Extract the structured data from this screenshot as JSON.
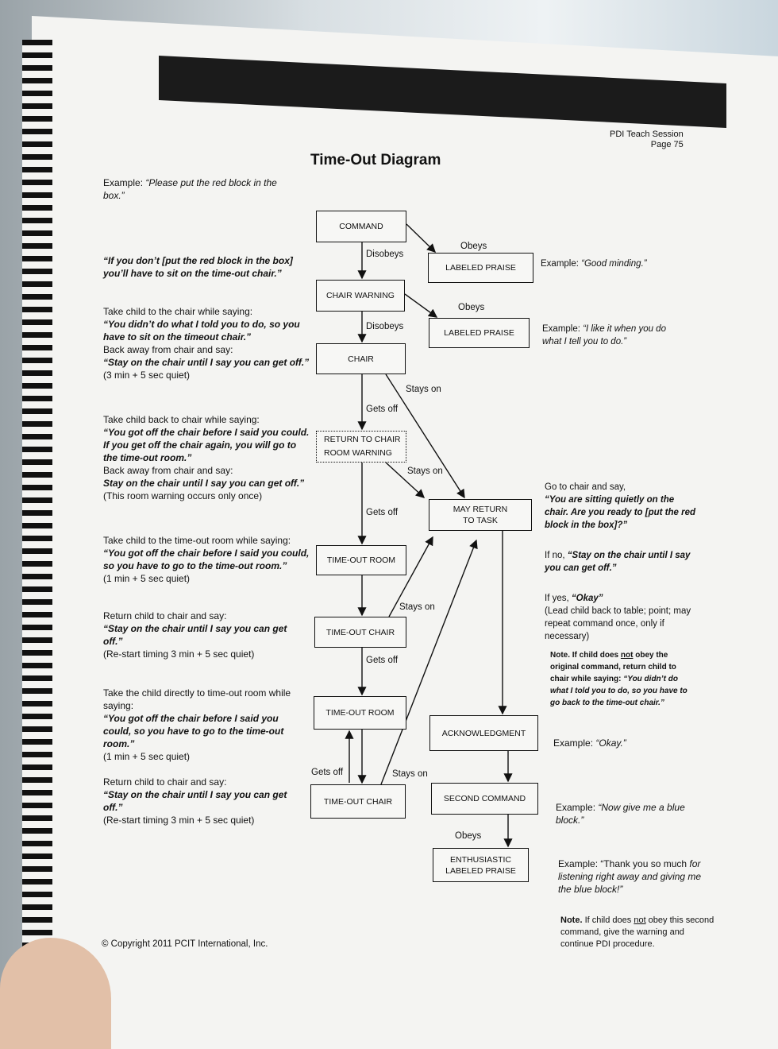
{
  "header": {
    "session": "PDI Teach Session",
    "page": "Page 75",
    "title": "Time-Out Diagram"
  },
  "left": [
    {
      "plain": "Example: ",
      "bold": "“Please put the red block in the box.”"
    },
    {
      "bold": "“If you don’t [put the red block in the box] you’ll have to sit on the time-out chair.”"
    },
    {
      "p1": "Take child to the chair while saying:",
      "b1": "“You didn’t do what I told you to do, so you have to sit on the timeout chair.”",
      "p2": "Back away from chair and say:",
      "b2": "“Stay on the chair until I say you can get off.”",
      "p3": "(3 min + 5 sec quiet)"
    },
    {
      "p1": "Take child back to chair while saying:",
      "b1": "“You got off the chair before I said you could.\n If you get off the chair again, you will go to the time-out room.”",
      "p2": "Back away from chair and say:",
      "b2": "Stay on the chair until I say you can get off.”",
      "p3": "(This room warning occurs only once)"
    },
    {
      "p1": "Take child to the time-out room while saying:",
      "b1": "“You got off the chair before I said you could,\nso you have to go to the time-out room.”",
      "p3": "(1 min + 5 sec quiet)"
    },
    {
      "p1": "Return child to chair and say:",
      "b1": "“Stay on the chair until I say you can get off.”",
      "p3": "(Re-start timing 3 min + 5 sec quiet)"
    },
    {
      "p1": "Take the child directly to time-out room while saying:",
      "b1": "“You got off the chair before I said you could, so you have to go to the time-out room.”",
      "p3": "(1 min + 5 sec quiet)"
    },
    {
      "p1": "Return child to chair and say:",
      "b1": "“Stay on the chair until I say you can get off.”",
      "p3": "(Re-start timing 3 min + 5 sec quiet)"
    }
  ],
  "boxes": {
    "command": "COMMAND",
    "praise1": "LABELED PRAISE",
    "chair_warning": "CHAIR WARNING",
    "praise2": "LABELED PRAISE",
    "chair": "CHAIR",
    "room_warning": "RETURN TO CHAIR\nROOM WARNING",
    "may_return": "MAY RETURN\nTO TASK",
    "to_room1": "TIME-OUT ROOM",
    "to_chair1": "TIME-OUT CHAIR",
    "to_room2": "TIME-OUT ROOM",
    "ack": "ACKNOWLEDGMENT",
    "to_chair2": "TIME-OUT CHAIR",
    "second": "SECOND COMMAND",
    "enth": "ENTHUSIASTIC\nLABELED PRAISE"
  },
  "labels": {
    "obeys1": "Obeys",
    "disobeys1": "Disobeys",
    "obeys2": "Obeys",
    "disobeys2": "Disobeys",
    "stays1": "Stays on",
    "gets1": "Gets off",
    "stays2": "Stays on",
    "gets2": "Gets off",
    "stays3": "Stays on",
    "gets3": "Gets off",
    "gets4": "Gets off",
    "stays4": "Stays on",
    "obeys3": "Obeys"
  },
  "right": {
    "ex1_p": "Example: ",
    "ex1_b": "“Good minding.”",
    "ex2_p": "Example: ",
    "ex2_b": "“I like it when you do what I tell you to do.”",
    "go_p": "Go to chair and say,",
    "go_b": "“You are sitting quietly on the chair. Are you ready to [put the red block in the box]?”",
    "no_p": "If no, ",
    "no_b": "“Stay on the chair until I say you can get off.”",
    "yes_p": "If yes, ",
    "yes_b": "“Okay”",
    "yes_p2": "(Lead child back to table; point; may repeat command once, only if necessary)",
    "note1_a": "Note. If child does ",
    "note1_u": "not",
    "note1_b": " obey the original command, return child to chair while saying: ",
    "note1_i": "“You didn’t do what I told you to do, so you have to go back to the time-out chair.”",
    "ex3_p": "Example: ",
    "ex3_b": "“Okay.”",
    "ex4_p": "Example: ",
    "ex4_b": "“Now give me a blue block.”",
    "ex5_p": "Example: “Thank you so much ",
    "ex5_b": "for listening right away and giving me the blue block!”",
    "note2_a": "Note. ",
    "note2_b": "If child does ",
    "note2_u": "not",
    "note2_c": " obey this second command, give the warning and continue PDI procedure."
  },
  "footer": {
    "copyright": "© Copyright 2011 PCIT International, Inc."
  }
}
